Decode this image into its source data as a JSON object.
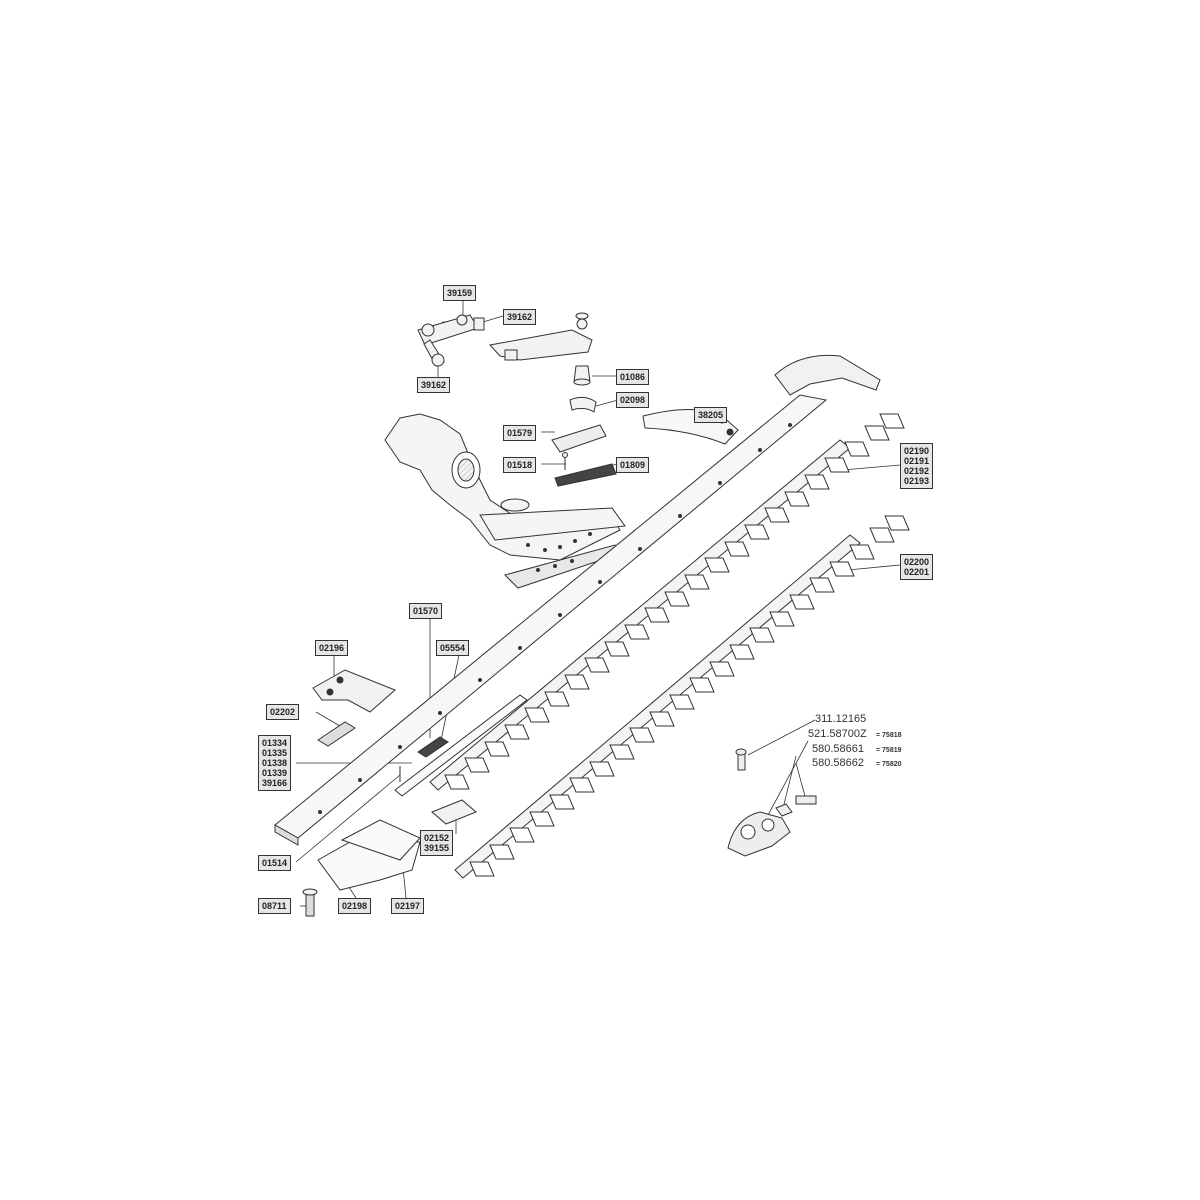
{
  "labels": {
    "l39159": "39159",
    "l39162a": "39162",
    "l39162b": "39162",
    "l01086": "01086",
    "l38205": "38205",
    "l02098": "02098",
    "l01579": "01579",
    "l01518": "01518",
    "l01809": "01809",
    "l02190": "02190\n02191\n02192\n02193",
    "l02200": "02200\n02201",
    "l01570": "01570",
    "l05554": "05554",
    "l02196": "02196",
    "l02202": "02202",
    "l01334": "01334\n01335\n01338\n01339\n39166",
    "l02152": "02152\n39155",
    "l01514": "01514",
    "l08711": "08711",
    "l02198": "02198",
    "l02197": "02197"
  },
  "hardware": {
    "p311": "311.12165",
    "p521": "521.58700Z",
    "p580a": "580.58661",
    "p580b": "580.58662",
    "r75818": "= 75818",
    "r75819": "= 75819",
    "r75820": "= 75820"
  }
}
